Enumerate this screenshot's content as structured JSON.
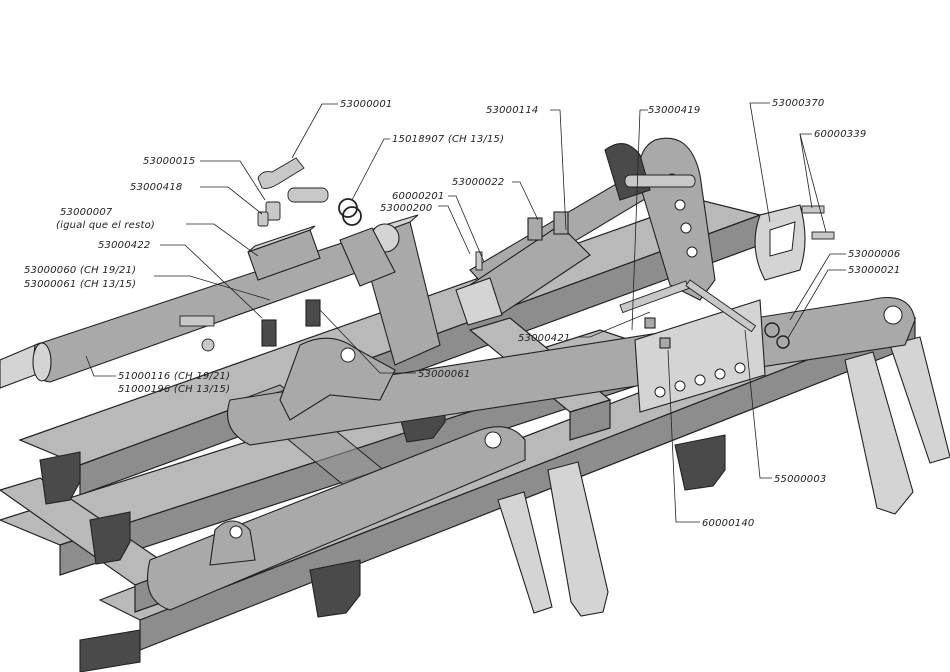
{
  "labels": {
    "p53000001": "53000001",
    "p15018907": "15018907 (CH 13/15)",
    "p53000015": "53000015",
    "p53000418": "53000418",
    "p53000007": "53000007",
    "p53000007_note": "(igual que el resto)",
    "p53000422": "53000422",
    "p53000060": "53000060 (CH 19/21)",
    "p53000061_ch": "53000061 (CH 13/15)",
    "p51000116": "51000116 (CH 19/21)",
    "p51000196": "51000196 (CH 13/15)",
    "p53000061": "53000061",
    "p53000114": "53000114",
    "p53000022": "53000022",
    "p60000201": "60000201",
    "p53000200": "53000200",
    "p53000419": "53000419",
    "p53000370": "53000370",
    "p60000339": "60000339",
    "p53000006": "53000006",
    "p53000021": "53000021",
    "p53000421": "53000421",
    "p55000003": "55000003",
    "p60000140": "60000140"
  },
  "colors": {
    "steel": "#8d8d8d",
    "steel_light": "#b9b9b9",
    "steel_dark": "#5e5e5e",
    "line": "#222222"
  }
}
